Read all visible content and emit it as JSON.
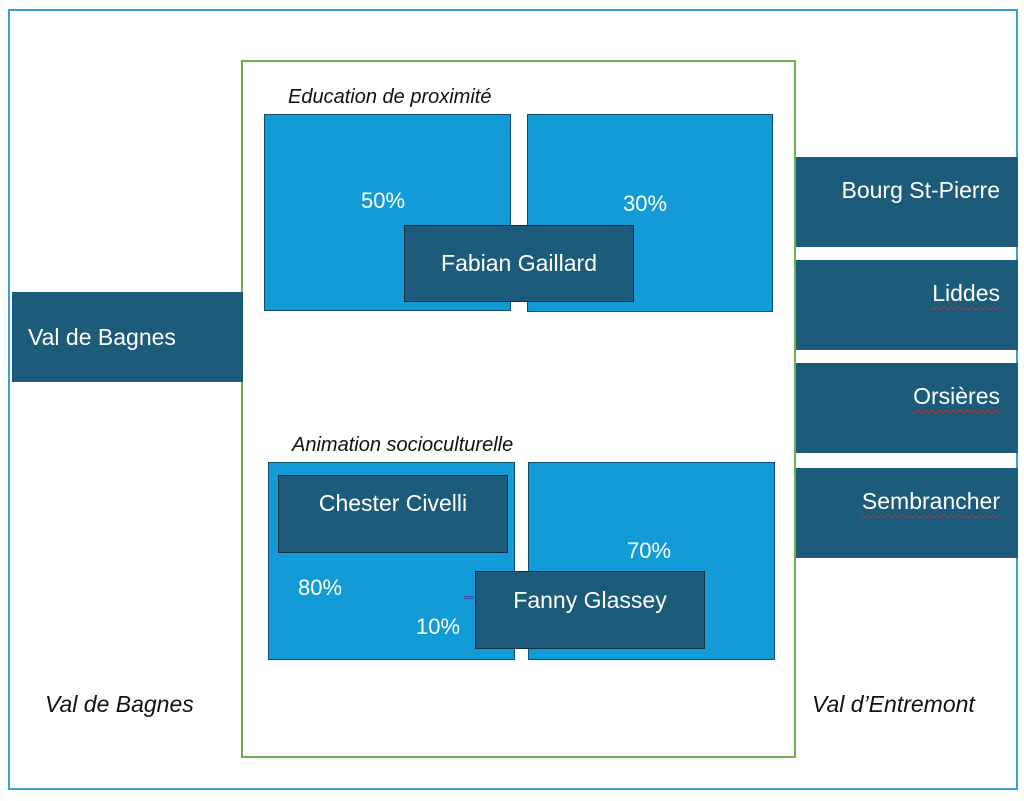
{
  "left_region": {
    "box_label": "Val de Bagnes",
    "footer_label": "Val de Bagnes"
  },
  "right_region": {
    "footer_label": "Val d’Entremont",
    "communes": [
      "Bourg St-Pierre",
      "Liddes",
      "Orsières",
      "Sembrancher"
    ]
  },
  "education": {
    "title": "Education de proximité",
    "left_pct": "50%",
    "right_pct": "30%",
    "person": "Fabian Gaillard"
  },
  "animation": {
    "title": "Animation socioculturelle",
    "person_1": "Chester Civelli",
    "person_1_pct": "80%",
    "person_2": "Fanny Glassey",
    "person_2_left_pct": "10%",
    "person_2_right_pct": "70%"
  },
  "colors": {
    "dark_blue": "#1c5b7a",
    "light_blue": "#129bd6",
    "outer_border": "#35a2d4",
    "center_border": "#6ab04c"
  }
}
